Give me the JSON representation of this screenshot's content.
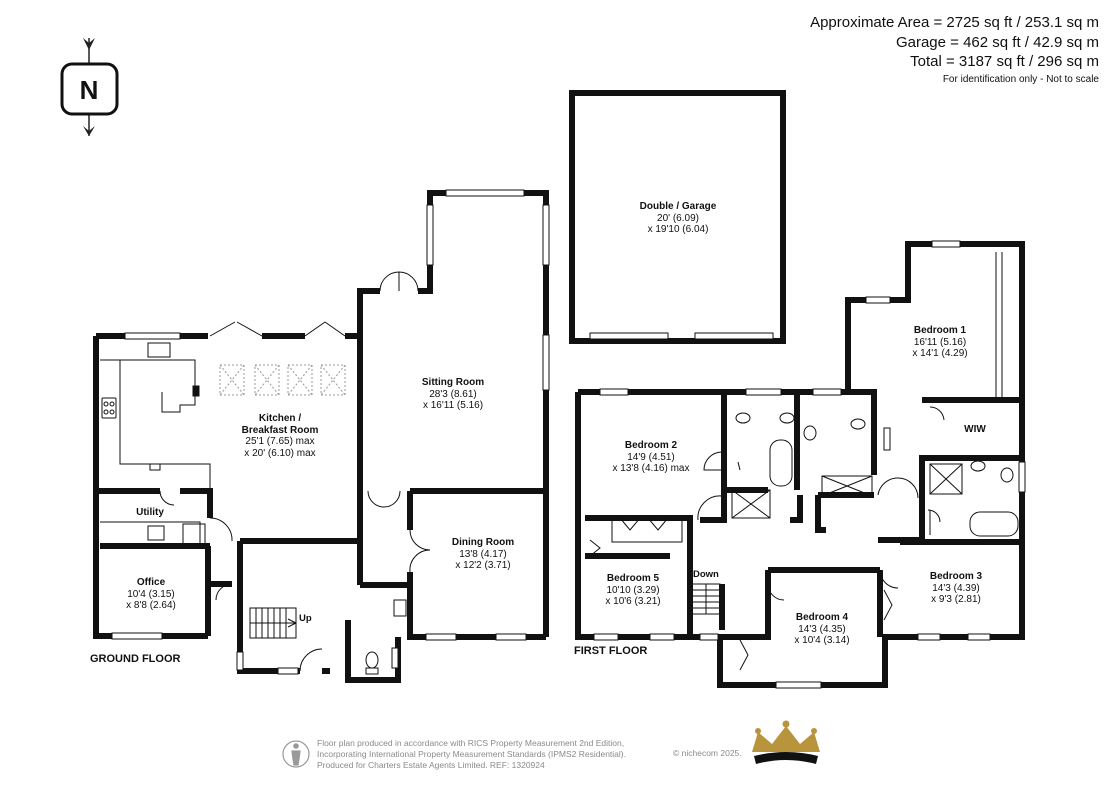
{
  "area": {
    "line1": "Approximate Area = 2725 sq ft / 253.1 sq m",
    "line2": "Garage = 462 sq ft / 42.9 sq m",
    "line3": "Total = 3187 sq ft / 296 sq m",
    "disclaimer": "For identification only - Not to scale"
  },
  "compass": {
    "letter": "N",
    "icon": "north-arrow-icon"
  },
  "ground_floor": {
    "title": "GROUND FLOOR",
    "rooms": {
      "kitchen": {
        "name_1": "Kitchen /",
        "name_2": "Breakfast Room",
        "dim_1": "25'1 (7.65) max",
        "dim_2": "x 20' (6.10) max"
      },
      "sitting": {
        "name": "Sitting Room",
        "dim_1": "28'3 (8.61)",
        "dim_2": "x 16'11 (5.16)"
      },
      "dining": {
        "name": "Dining Room",
        "dim_1": "13'8 (4.17)",
        "dim_2": "x 12'2 (3.71)"
      },
      "utility": {
        "name": "Utility"
      },
      "office": {
        "name": "Office",
        "dim_1": "10'4 (3.15)",
        "dim_2": "x 8'8 (2.64)"
      }
    },
    "stairs_label": "Up"
  },
  "garage": {
    "name": "Double / Garage",
    "dim_1": "20' (6.09)",
    "dim_2": "x 19'10 (6.04)"
  },
  "first_floor": {
    "title": "FIRST FLOOR",
    "rooms": {
      "bedroom1": {
        "name": "Bedroom 1",
        "dim_1": "16'11 (5.16)",
        "dim_2": "x 14'1 (4.29)"
      },
      "bedroom2": {
        "name": "Bedroom 2",
        "dim_1": "14'9 (4.51)",
        "dim_2": "x 13'8 (4.16) max"
      },
      "bedroom3": {
        "name": "Bedroom 3",
        "dim_1": "14'3 (4.39)",
        "dim_2": "x 9'3 (2.81)"
      },
      "bedroom4": {
        "name": "Bedroom 4",
        "dim_1": "14'3 (4.35)",
        "dim_2": "x 10'4 (3.14)"
      },
      "bedroom5": {
        "name": "Bedroom 5",
        "dim_1": "10'10 (3.29)",
        "dim_2": "x 10'6 (3.21)"
      },
      "wiw": {
        "name": "WIW"
      }
    },
    "stairs_label": "Down"
  },
  "footer": {
    "line1": "Floor plan produced in accordance with RICS Property Measurement 2nd Edition,",
    "line2": "Incorporating International Property Measurement Standards (IPMS2 Residential).",
    "line3": "Produced for Charters Estate Agents Limited.   REF: 1320924",
    "copyright": "© nichecom 2025.",
    "person_icon": "person-icon",
    "logo_icon": "crown-logo-icon",
    "logo_color": "#b8943c"
  }
}
